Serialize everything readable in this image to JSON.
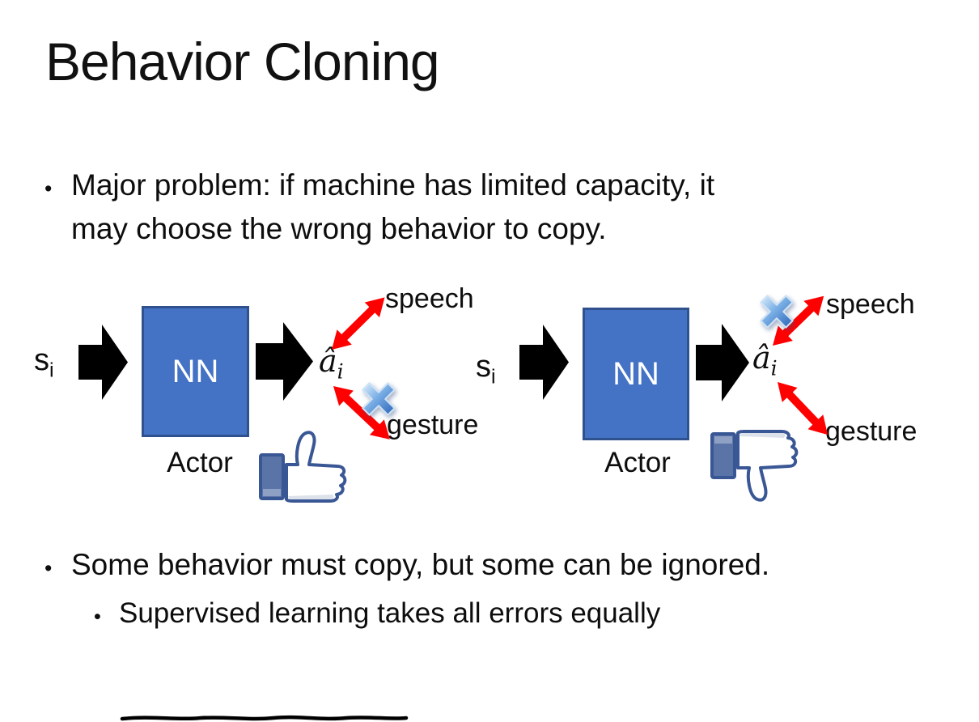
{
  "slide": {
    "title": "Behavior Cloning",
    "bullet_char": "•",
    "bullets": {
      "major_problem_line1": "Major problem: if machine has limited capacity, it",
      "major_problem_line2": "may choose the wrong behavior to copy.",
      "some_behavior": "Some behavior must copy, but some can be ignored.",
      "supervised": "Supervised learning takes all errors equally"
    }
  },
  "diagrams": {
    "left": {
      "input_label": "s",
      "input_subscript": "i",
      "nn_label": "NN",
      "output_label": "â",
      "output_subscript": "i",
      "speech_label": "speech",
      "gesture_label": "gesture",
      "actor_label": "Actor",
      "feedback_icon": "thumbs-up",
      "crossed_action": "gesture"
    },
    "right": {
      "input_label": "s",
      "input_subscript": "i",
      "nn_label": "NN",
      "output_label": "â",
      "output_subscript": "i",
      "speech_label": "speech",
      "gesture_label": "gesture",
      "actor_label": "Actor",
      "feedback_icon": "thumbs-down",
      "crossed_action": "speech"
    }
  },
  "colors": {
    "nn_fill": "#4472C4",
    "nn_border": "#2F528F",
    "arrow_black": "#000000",
    "arrow_red": "#FF0000",
    "fb_outline": "#3A5795",
    "fb_cuff": "#5B74A8",
    "cross_blue": "#4A8FD9"
  }
}
